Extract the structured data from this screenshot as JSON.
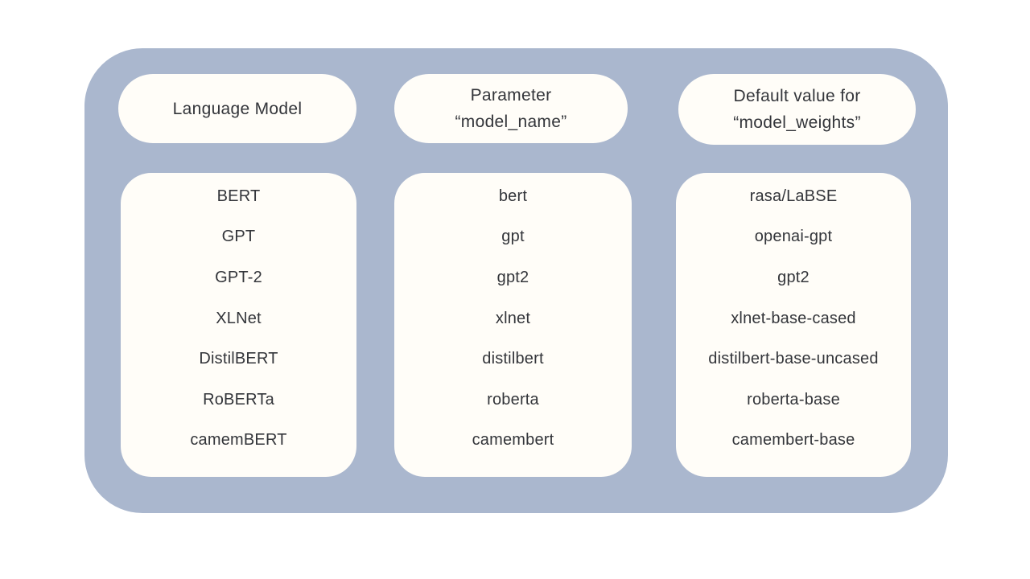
{
  "colors": {
    "background": "#ffffff",
    "panel": "#aab7ce",
    "card": "#fffdf8",
    "text": "#33353a"
  },
  "table": {
    "columns": [
      {
        "id": "language-model",
        "header": [
          "Language Model"
        ],
        "rows": [
          "BERT",
          "GPT",
          "GPT-2",
          "XLNet",
          "DistilBERT",
          "RoBERTa",
          "camemBERT"
        ]
      },
      {
        "id": "model-name",
        "header": [
          "Parameter",
          "“model_name”"
        ],
        "rows": [
          "bert",
          "gpt",
          "gpt2",
          "xlnet",
          "distilbert",
          "roberta",
          "camembert"
        ]
      },
      {
        "id": "model-weights",
        "header": [
          "Default value for",
          "“model_weights”"
        ],
        "rows": [
          "rasa/LaBSE",
          "openai-gpt",
          "gpt2",
          "xlnet-base-cased",
          "distilbert-base-uncased",
          "roberta-base",
          "camembert-base"
        ]
      }
    ]
  }
}
